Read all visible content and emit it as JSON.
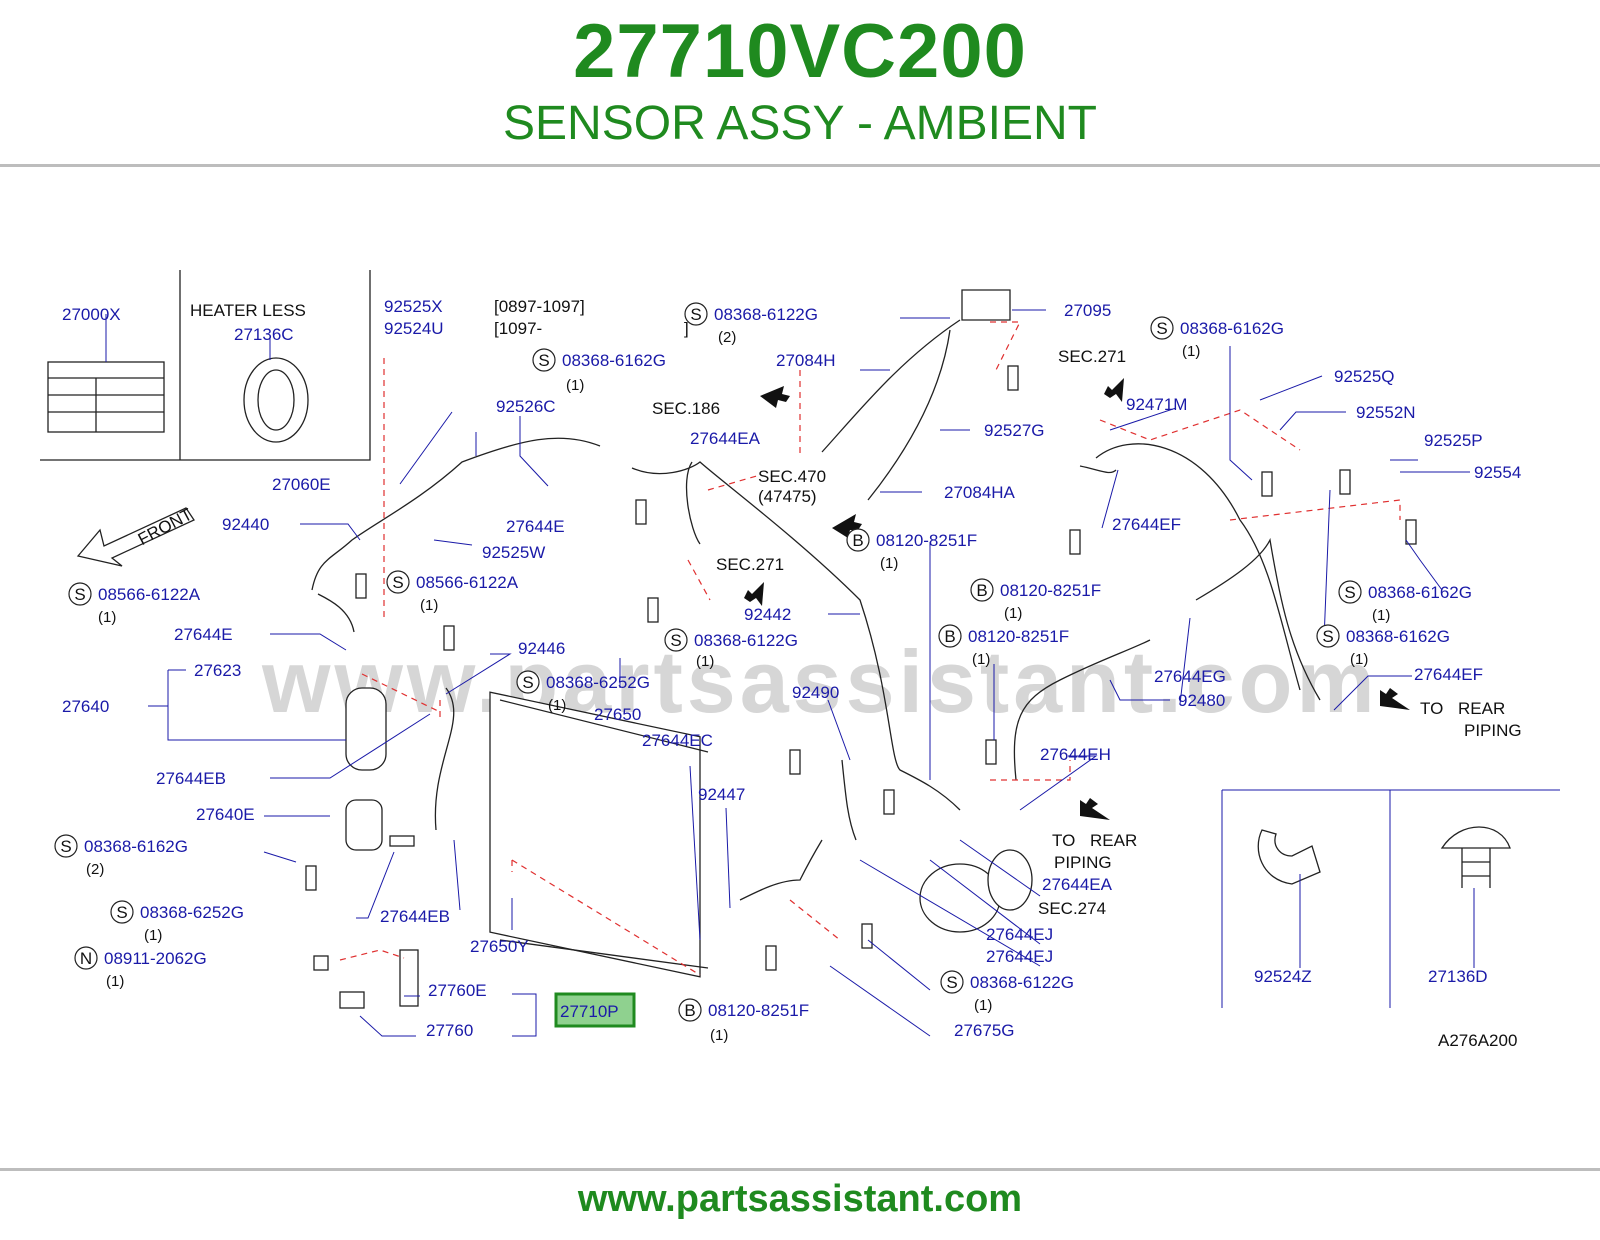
{
  "header": {
    "part_number": "27710VC200",
    "part_name": "SENSOR ASSY - AMBIENT"
  },
  "footer": {
    "url": "www.partsassistant.com"
  },
  "diagram": {
    "watermark": "www.partsassistant.com",
    "figure_code": "A276A200",
    "highlighted_part": "27710P",
    "notes": {
      "heater_less": "HEATER LESS",
      "date_range_1": "[0897-1097]",
      "date_range_2": "[1097-",
      "date_range_close": "]",
      "front": "FRONT",
      "sec186": "SEC.186",
      "sec470": "SEC.470",
      "sec470b": "(47475)",
      "sec271a": "SEC.271",
      "sec271b": "SEC.271",
      "sec274": "SEC.274",
      "to_rear_1a": "TO REAR",
      "to_rear_1b": "PIPING",
      "to_rear_2a": "TO REAR",
      "to_rear_2b": "PIPING"
    },
    "labels": {
      "l27000X": "27000X",
      "l27136C": "27136C",
      "l92525X": "92525X",
      "l92524U": "92524U",
      "l27060E": "27060E",
      "l92526C": "92526C",
      "l92440": "92440",
      "l92525W": "92525W",
      "l27644E_a": "27644E",
      "l27644E_b": "27644E",
      "l27623": "27623",
      "l27640": "27640",
      "l27644EB_a": "27644EB",
      "l27640E": "27640E",
      "l27644EB_b": "27644EB",
      "l92446": "92446",
      "l27650": "27650",
      "l27644EC": "27644EC",
      "l27650Y": "27650Y",
      "l27760E": "27760E",
      "l27760": "27760",
      "l27710P": "27710P",
      "l27084H": "27084H",
      "l27644EA_a": "27644EA",
      "l92442": "92442",
      "l92490": "92490",
      "l92447": "92447",
      "l27095": "27095",
      "l92527G": "92527G",
      "l27084HA": "27084HA",
      "l92471M": "92471M",
      "l92525Q": "92525Q",
      "l92552N": "92552N",
      "l92525P": "92525P",
      "l92554": "92554",
      "l27644EF_a": "27644EF",
      "l27644EF_b": "27644EF",
      "l27644EG": "27644EG",
      "l92480": "92480",
      "l27644EH": "27644EH",
      "l27644EA_b": "27644EA",
      "l27644EJ_a": "27644EJ",
      "l27644EJ_b": "27644EJ",
      "l27675G": "27675G",
      "l92524Z": "92524Z",
      "l27136D": "27136D"
    },
    "fasteners": [
      {
        "id": "f1",
        "prefix": "S",
        "code": "08368-6122G",
        "qty": "(2)"
      },
      {
        "id": "f2",
        "prefix": "S",
        "code": "08368-6162G",
        "qty": "(1)"
      },
      {
        "id": "f3",
        "prefix": "S",
        "code": "08368-6162G",
        "qty": "(1)"
      },
      {
        "id": "f4",
        "prefix": "S",
        "code": "08566-6122A",
        "qty": "(1)"
      },
      {
        "id": "f5",
        "prefix": "S",
        "code": "08566-6122A",
        "qty": "(1)"
      },
      {
        "id": "f6",
        "prefix": "B",
        "code": "08120-8251F",
        "qty": "(1)"
      },
      {
        "id": "f7",
        "prefix": "B",
        "code": "08120-8251F",
        "qty": "(1)"
      },
      {
        "id": "f8",
        "prefix": "B",
        "code": "08120-8251F",
        "qty": "(1)"
      },
      {
        "id": "f9",
        "prefix": "S",
        "code": "08368-6162G",
        "qty": "(1)"
      },
      {
        "id": "f10",
        "prefix": "S",
        "code": "08368-6162G",
        "qty": "(1)"
      },
      {
        "id": "f11",
        "prefix": "S",
        "code": "08368-6122G",
        "qty": "(1)"
      },
      {
        "id": "f12",
        "prefix": "S",
        "code": "08368-6252G",
        "qty": "(1)"
      },
      {
        "id": "f13",
        "prefix": "S",
        "code": "08368-6162G",
        "qty": "(2)"
      },
      {
        "id": "f14",
        "prefix": "S",
        "code": "08368-6252G",
        "qty": "(1)"
      },
      {
        "id": "f15",
        "prefix": "N",
        "code": "08911-2062G",
        "qty": "(1)"
      },
      {
        "id": "f16",
        "prefix": "B",
        "code": "08120-8251F",
        "qty": "(1)"
      },
      {
        "id": "f17",
        "prefix": "S",
        "code": "08368-6122G",
        "qty": "(1)"
      }
    ]
  }
}
